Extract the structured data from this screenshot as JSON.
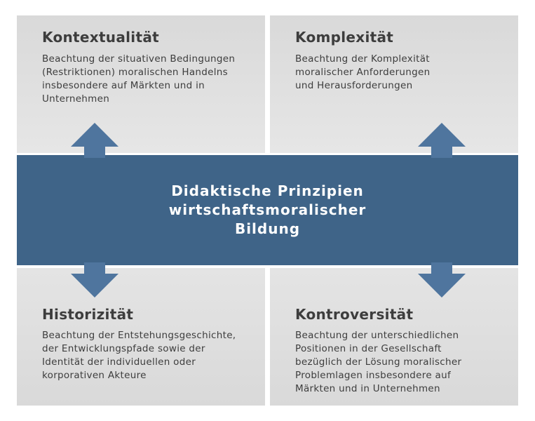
{
  "center": {
    "title": "Didaktische Prinzipien\nwirtschaftsmoralischer\nBildung"
  },
  "panels": {
    "top_left": {
      "heading": "Kontextualität",
      "lines": [
        "Beachtung der situativen Bedingungen",
        "(Restriktionen) moralischen Handelns",
        "insbesondere auf Märkten und in",
        "Unternehmen"
      ]
    },
    "top_right": {
      "heading": "Komplexität",
      "lines": [
        "Beachtung der Komplexität",
        "moralischer Anforderungen",
        "und Herausforderungen"
      ]
    },
    "bottom_left": {
      "heading": "Historizität",
      "lines": [
        "Beachtung der Entstehungsgeschichte,",
        "der Entwicklungspfade sowie der",
        "Identität der individuellen oder",
        "korporativen Akteure"
      ]
    },
    "bottom_right": {
      "heading": "Kontroversität",
      "lines": [
        "Beachtung der unterschiedlichen",
        "Positionen in der Gesellschaft",
        "bezüglich der Lösung moralischer",
        "Problemlagen insbesondere auf",
        "Märkten und in Unternehmen"
      ]
    }
  },
  "colors": {
    "band": "#3f6488",
    "arrow": "#4f759e",
    "panel": "#dcdcdc",
    "text": "#3d3d3d"
  }
}
